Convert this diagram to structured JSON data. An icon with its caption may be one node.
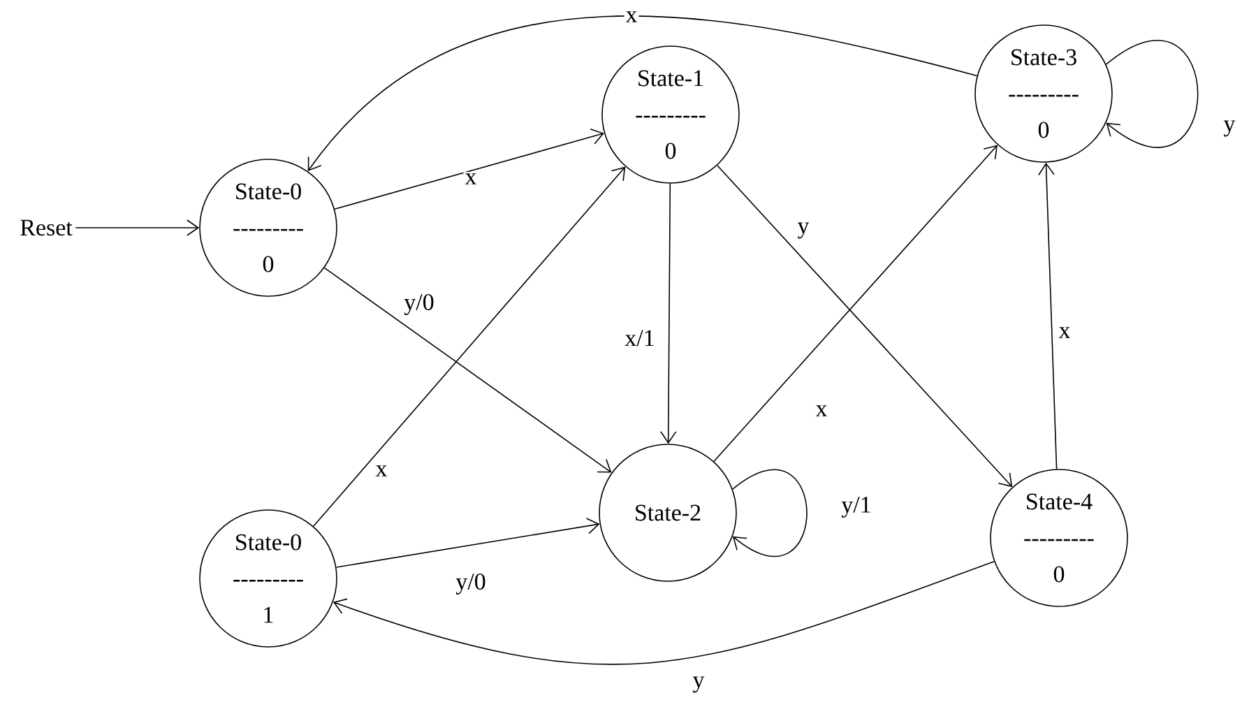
{
  "diagram": {
    "nodes": [
      {
        "text": [
          "Reset"
        ]
      },
      {
        "text": [
          "State-0",
          "---------",
          "0"
        ]
      },
      {
        "text": [
          "State-1",
          "---------",
          "0"
        ]
      },
      {
        "text": [
          "State-3",
          "---------",
          "0"
        ]
      },
      {
        "text": [
          "State-2"
        ]
      },
      {
        "text": [
          "State-0",
          "---------",
          "1"
        ]
      },
      {
        "text": [
          "State-4",
          "---------",
          "0"
        ]
      }
    ],
    "edges": [
      {
        "from": 0,
        "to": 1,
        "arrow": "to"
      },
      {
        "from": 1,
        "to": 2,
        "arrow": "to",
        "label": "x"
      },
      {
        "from": 1,
        "to": 4,
        "arrow": "to",
        "label": "y/0"
      },
      {
        "from": 2,
        "to": 4,
        "arrow": "to",
        "label": "x/1"
      },
      {
        "from": 2,
        "to": 6,
        "arrow": "to",
        "label": "y"
      },
      {
        "from": 3,
        "to": 1,
        "arrow": "to",
        "label": "x"
      },
      {
        "from": 3,
        "to": 3,
        "arrow": "to",
        "label": "y"
      },
      {
        "from": 5,
        "to": 2,
        "arrow": "to",
        "label": "x"
      },
      {
        "from": 5,
        "to": 4,
        "arrow": "to",
        "label": "y/0"
      },
      {
        "from": 4,
        "to": 3,
        "arrow": "to",
        "label": "x"
      },
      {
        "from": 4,
        "to": 4,
        "arrow": "to",
        "label": "y/1"
      },
      {
        "from": 6,
        "to": 3,
        "arrow": "to",
        "label": "x"
      },
      {
        "from": 6,
        "to": 5,
        "arrow": "to",
        "label": "y"
      }
    ]
  }
}
